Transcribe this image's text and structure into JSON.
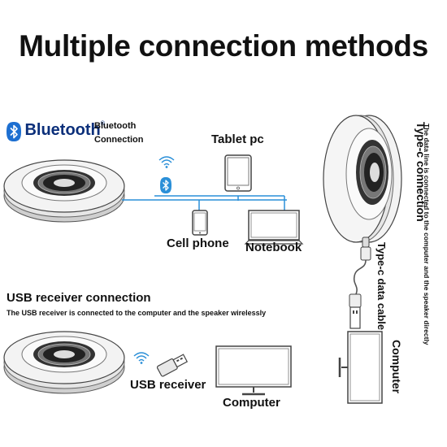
{
  "title": "Multiple connection methods",
  "bluetooth": {
    "logo_text": "Bluetooth",
    "logo_mark": "®",
    "connection_label": "Bluetooth Connection",
    "devices": {
      "tablet": "Tablet pc",
      "phone": "Cell phone",
      "notebook": "Notebook"
    },
    "icons": [
      "bluetooth-icon",
      "wifi-signal-icon",
      "tablet-icon",
      "phone-icon",
      "notebook-icon",
      "speaker-icon"
    ]
  },
  "usb": {
    "section_title": "USB receiver connection",
    "description": "The USB receiver is connected to the computer and the speaker wirelessly",
    "receiver_label": "USB receiver",
    "computer_label": "Computer"
  },
  "typec": {
    "section_title": "Type-c connection",
    "description": "The data line is connected to the computer and the speaker directly",
    "cable_label": "Type-c data cable",
    "computer_label": "Computer"
  },
  "colors": {
    "accent_blue": "#2a8fd8",
    "bluetooth_blue": "#0b2f7a"
  }
}
